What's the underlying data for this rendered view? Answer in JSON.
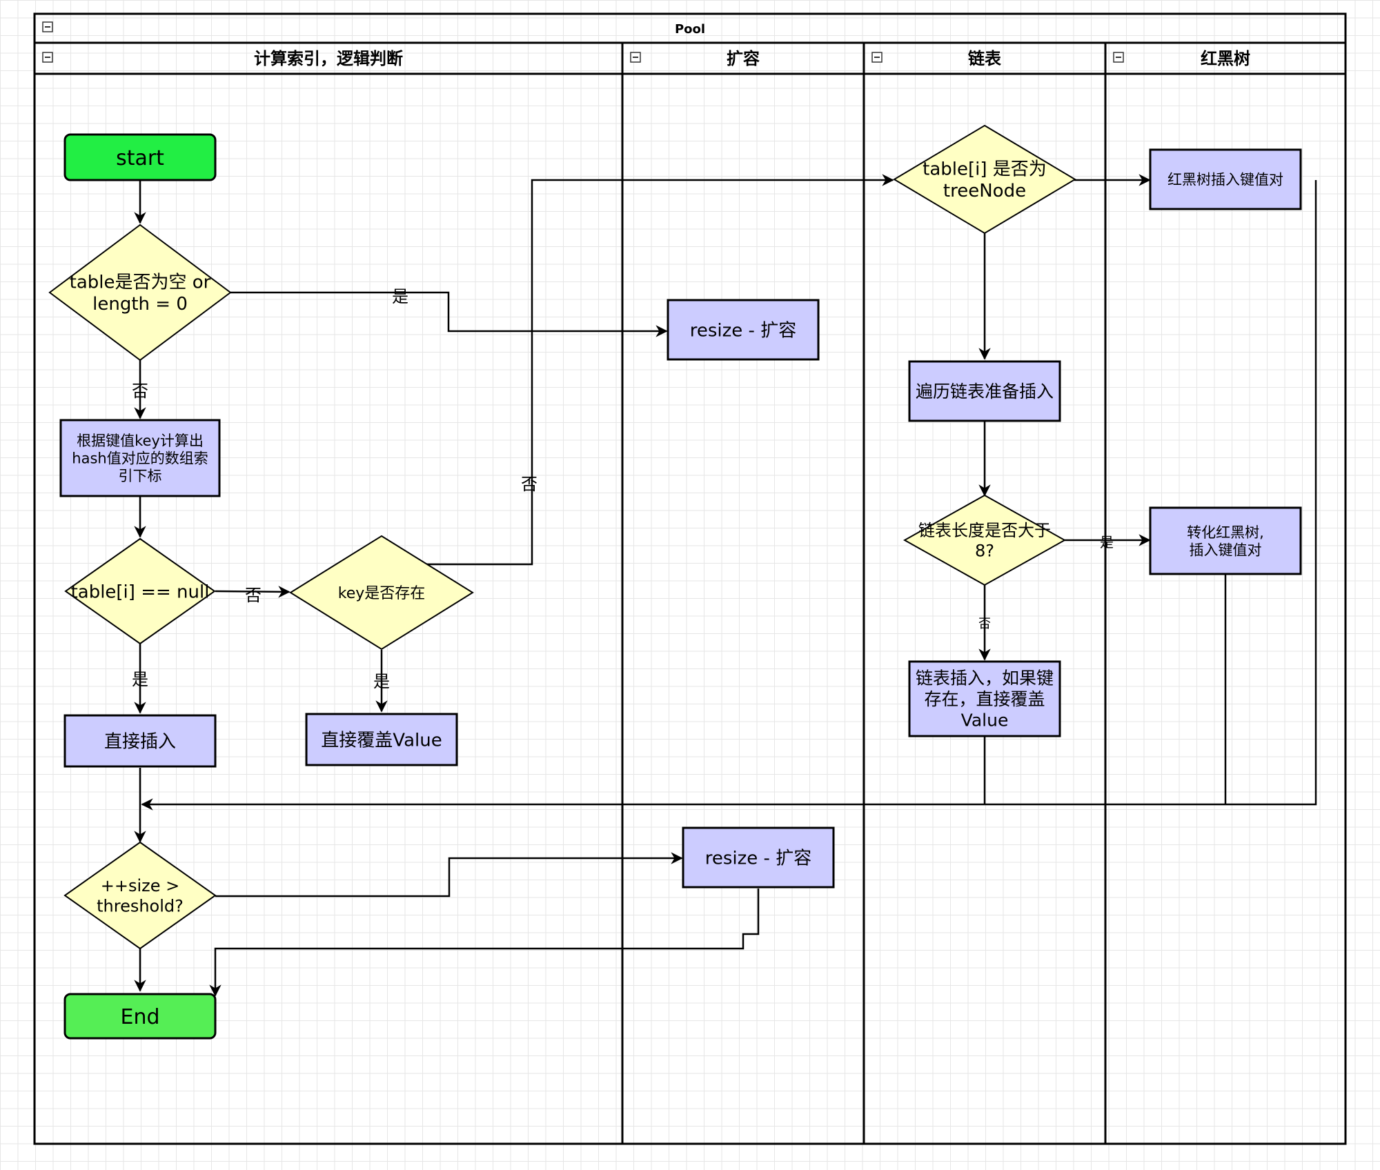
{
  "pool": {
    "title": "Pool"
  },
  "lanes": [
    {
      "id": "lane-compute",
      "title": "计算索引，逻辑判断"
    },
    {
      "id": "lane-resize",
      "title": "扩容"
    },
    {
      "id": "lane-list",
      "title": "链表"
    },
    {
      "id": "lane-rbtree",
      "title": "红黑树"
    }
  ],
  "nodes": [
    {
      "id": "start",
      "shape": "terminal",
      "lines": [
        "start"
      ],
      "fill": "#22ee44"
    },
    {
      "id": "check-empty",
      "shape": "diamond",
      "lines": [
        "table是否为空 or",
        "length = 0"
      ],
      "fill": "#ffffc4"
    },
    {
      "id": "compute-index",
      "shape": "process",
      "lines": [
        "根据键值key计算出",
        "hash值对应的数组索",
        "引下标"
      ],
      "fill": "#ccccff"
    },
    {
      "id": "check-null",
      "shape": "diamond",
      "lines": [
        "table[i] == null"
      ],
      "fill": "#ffffc4"
    },
    {
      "id": "key-exists",
      "shape": "diamond",
      "lines": [
        "key是否存在"
      ],
      "fill": "#ffffc4"
    },
    {
      "id": "direct-insert",
      "shape": "process",
      "lines": [
        "直接插入"
      ],
      "fill": "#ccccff"
    },
    {
      "id": "overwrite-value",
      "shape": "process",
      "lines": [
        "直接覆盖Value"
      ],
      "fill": "#ccccff"
    },
    {
      "id": "check-size",
      "shape": "diamond",
      "lines": [
        "++size >",
        "threshold?"
      ],
      "fill": "#ffffc4"
    },
    {
      "id": "end",
      "shape": "terminal",
      "lines": [
        "End"
      ],
      "fill": "#55ee55"
    },
    {
      "id": "resize-1",
      "shape": "process",
      "lines": [
        "resize - 扩容"
      ],
      "fill": "#ccccff"
    },
    {
      "id": "resize-2",
      "shape": "process",
      "lines": [
        "resize - 扩容"
      ],
      "fill": "#ccccff"
    },
    {
      "id": "check-treenode",
      "shape": "diamond",
      "lines": [
        "table[i] 是否为",
        "treeNode"
      ],
      "fill": "#ffffc4"
    },
    {
      "id": "traverse-list",
      "shape": "process",
      "lines": [
        "遍历链表准备插入"
      ],
      "fill": "#ccccff"
    },
    {
      "id": "check-length",
      "shape": "diamond",
      "lines": [
        "链表长度是否大于",
        "8?"
      ],
      "fill": "#ffffc4"
    },
    {
      "id": "list-insert",
      "shape": "process",
      "lines": [
        "链表插入，如果键",
        "存在，直接覆盖",
        "Value"
      ],
      "fill": "#ccccff"
    },
    {
      "id": "rbtree-insert",
      "shape": "process",
      "lines": [
        "红黑树插入键值对"
      ],
      "fill": "#ccccff"
    },
    {
      "id": "convert-rbtree",
      "shape": "process",
      "lines": [
        "转化红黑树,",
        "插入键值对"
      ],
      "fill": "#ccccff"
    }
  ],
  "edges": [
    {
      "id": "start-to-check-empty",
      "from": "start",
      "to": "check-empty",
      "label": ""
    },
    {
      "id": "check-empty-yes",
      "from": "check-empty",
      "to": "resize-1",
      "label": "是"
    },
    {
      "id": "check-empty-no",
      "from": "check-empty",
      "to": "compute-index",
      "label": "否"
    },
    {
      "id": "compute-to-check-null",
      "from": "compute-index",
      "to": "check-null",
      "label": ""
    },
    {
      "id": "check-null-no",
      "from": "check-null",
      "to": "key-exists",
      "label": "否"
    },
    {
      "id": "check-null-yes",
      "from": "check-null",
      "to": "direct-insert",
      "label": "是"
    },
    {
      "id": "key-exists-yes",
      "from": "key-exists",
      "to": "overwrite-value",
      "label": "是"
    },
    {
      "id": "key-exists-no",
      "from": "key-exists",
      "to": "check-treenode",
      "label": "否"
    },
    {
      "id": "treenode-yes",
      "from": "check-treenode",
      "to": "rbtree-insert",
      "label": ""
    },
    {
      "id": "treenode-no",
      "from": "check-treenode",
      "to": "traverse-list",
      "label": ""
    },
    {
      "id": "traverse-to-length",
      "from": "traverse-list",
      "to": "check-length",
      "label": ""
    },
    {
      "id": "length-yes",
      "from": "check-length",
      "to": "convert-rbtree",
      "label": "是"
    },
    {
      "id": "length-no",
      "from": "check-length",
      "to": "list-insert",
      "label": "否"
    },
    {
      "id": "merge-to-check-size",
      "from": "direct-insert",
      "to": "check-size",
      "label": ""
    },
    {
      "id": "check-size-yes",
      "from": "check-size",
      "to": "resize-2",
      "label": ""
    },
    {
      "id": "check-size-no",
      "from": "check-size",
      "to": "end",
      "label": ""
    },
    {
      "id": "resize-2-to-end",
      "from": "resize-2",
      "to": "end",
      "label": ""
    }
  ]
}
